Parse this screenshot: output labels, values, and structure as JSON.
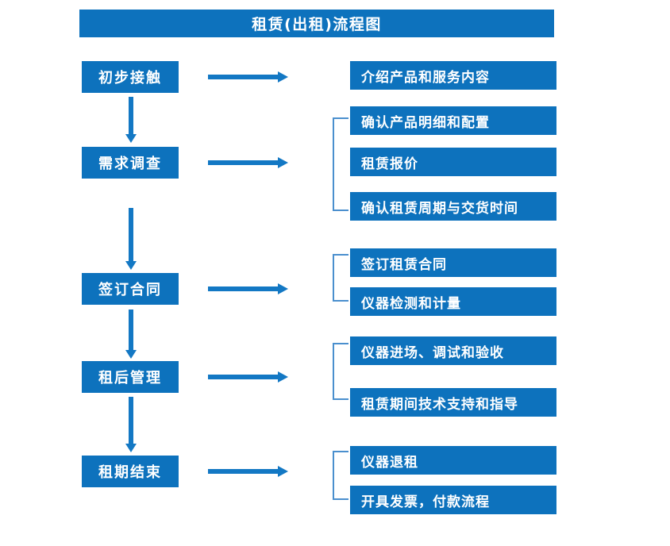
{
  "diagram": {
    "title": "租赁(出租)流程图",
    "colors": {
      "box_fill": "#0D72BD",
      "arrow": "#1378C4",
      "bracket": "#4A8FCE",
      "text": "#FFFFFF",
      "background": "#FFFFFF"
    },
    "stages": [
      {
        "id": "stage-1",
        "label": "初步接触",
        "details": [
          "介绍产品和服务内容"
        ]
      },
      {
        "id": "stage-2",
        "label": "需求调查",
        "details": [
          "确认产品明细和配置",
          "租赁报价",
          "确认租赁周期与交货时间"
        ]
      },
      {
        "id": "stage-3",
        "label": "签订合同",
        "details": [
          "签订租赁合同",
          "仪器检测和计量"
        ]
      },
      {
        "id": "stage-4",
        "label": "租后管理",
        "details": [
          "仪器进场、调试和验收",
          "租赁期间技术支持和指导"
        ]
      },
      {
        "id": "stage-5",
        "label": "租期结束",
        "details": [
          "仪器退租",
          "开具发票，付款流程"
        ]
      }
    ],
    "details_flat": [
      "介绍产品和服务内容",
      "确认产品明细和配置",
      "租赁报价",
      "确认租赁周期与交货时间",
      "签订租赁合同",
      "仪器检测和计量",
      "仪器进场、调试和验收",
      "租赁期间技术支持和指导",
      "仪器退租",
      "开具发票，付款流程"
    ]
  }
}
